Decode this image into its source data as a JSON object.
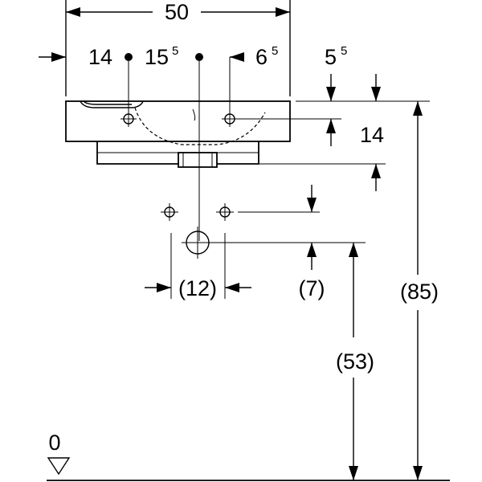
{
  "dimensions": {
    "width_total": "50",
    "tap_left": "14",
    "center": "15",
    "center_sup": "5",
    "tap_right": "6",
    "tap_right_sup": "5",
    "rim_offset": "5",
    "rim_offset_sup": "5",
    "basin_height": "14",
    "drain_spacing": "(12)",
    "drain_rise": "(7)",
    "drain_height": "(53)",
    "rim_height": "(85)",
    "floor_level": "0"
  }
}
